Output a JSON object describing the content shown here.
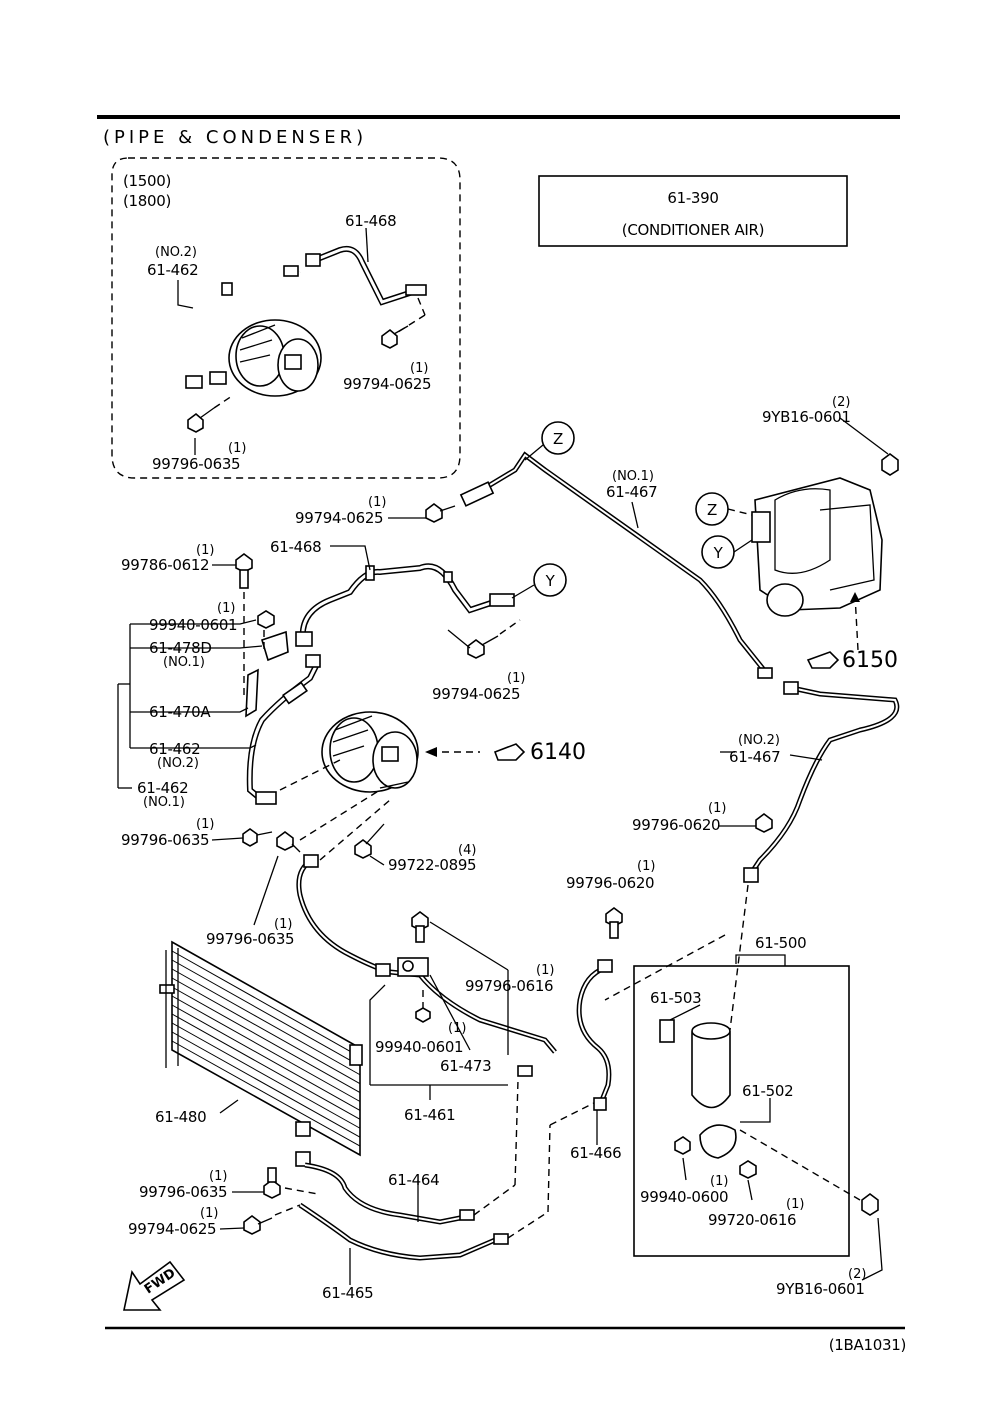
{
  "header": {
    "section_title": "(PIPE & CONDENSER)"
  },
  "inset": {
    "variant_1": "(1500)",
    "variant_2": "(1800)",
    "labels": {
      "pipe_468": "61-468",
      "no2": "(NO.2)",
      "pipe_462": "61-462",
      "bolt_0625_qty": "(1)",
      "bolt_0625": "99794-0625",
      "bolt_0635_qty": "(1)",
      "bolt_0635": "99796-0635"
    }
  },
  "reference_box": {
    "part_no": "61-390",
    "name": "(CONDITIONER AIR)"
  },
  "markers": {
    "z": "Z",
    "y": "Y"
  },
  "labels": {
    "nut_9yb16_top_qty": "(2)",
    "nut_9yb16_top": "9YB16-0601",
    "pipe_467_no1_tag": "(NO.1)",
    "pipe_467_no1": "61-467",
    "bolt_99794_top_qty": "(1)",
    "bolt_99794_top": "99794-0625",
    "pipe_468": "61-468",
    "bolt_99786_qty": "(1)",
    "bolt_99786": "99786-0612",
    "nut_99940_qty": "(1)",
    "nut_99940": "99940-0601",
    "bracket_478d": "61-478D",
    "bracket_478d_tag": "(NO.1)",
    "clamp_470a": "61-470A",
    "pipe_462_no2": "61-462",
    "pipe_462_no2_tag": "(NO.2)",
    "pipe_462_no1": "61-462",
    "pipe_462_no1_tag": "(NO.1)",
    "bolt_99794_mid_qty": "(1)",
    "bolt_99794_mid": "99794-0625",
    "ref_6150": "6150",
    "ref_6140": "6140",
    "pipe_467_no2_tag": "(NO.2)",
    "pipe_467_no2": "61-467",
    "bolt_99796_0620a_qty": "(1)",
    "bolt_99796_0620a": "99796-0620",
    "bolt_99796_0635a_qty": "(1)",
    "bolt_99796_0635a": "99796-0635",
    "bolt_99722_qty": "(4)",
    "bolt_99722": "99722-0895",
    "bolt_99796_0635b_qty": "(1)",
    "bolt_99796_0635b": "99796-0635",
    "bolt_99796_0620b_qty": "(1)",
    "bolt_99796_0620b": "99796-0620",
    "bolt_99796_0616_qty": "(1)",
    "bolt_99796_0616": "99796-0616",
    "receiver_500": "61-500",
    "switch_503": "61-503",
    "nut_99940_b_qty": "(1)",
    "nut_99940_b": "99940-0601",
    "clamp_473": "61-473",
    "bracket_502": "61-502",
    "condenser_480": "61-480",
    "pipe_461": "61-461",
    "pipe_466": "61-466",
    "bolt_99796_0635c_qty": "(1)",
    "bolt_99796_0635c": "99796-0635",
    "pipe_464": "61-464",
    "nut_99940_0600_qty": "(1)",
    "nut_99940_0600": "99940-0600",
    "bolt_99720_qty": "(1)",
    "bolt_99720": "99720-0616",
    "bolt_99794_bot_qty": "(1)",
    "bolt_99794_bot": "99794-0625",
    "pipe_465": "61-465",
    "nut_9yb16_bot_qty": "(2)",
    "nut_9yb16_bot": "9YB16-0601",
    "fwd": "FWD"
  },
  "footer": {
    "code": "(1BA1031)"
  }
}
